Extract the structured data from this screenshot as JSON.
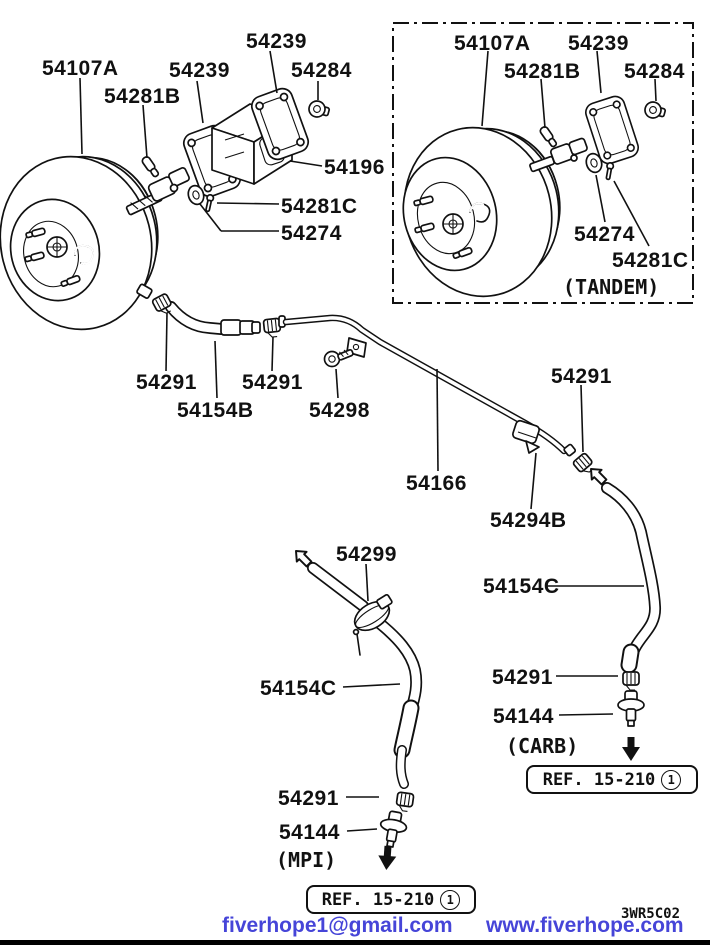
{
  "labels": [
    {
      "id": "54107A-main",
      "text": "54107A"
    },
    {
      "id": "54281B-main",
      "text": "54281B"
    },
    {
      "id": "54239-main-inner",
      "text": "54239"
    },
    {
      "id": "54239-main-outer",
      "text": "54239"
    },
    {
      "id": "54284-main",
      "text": "54284"
    },
    {
      "id": "54196",
      "text": "54196"
    },
    {
      "id": "54281C-main",
      "text": "54281C"
    },
    {
      "id": "54274-main",
      "text": "54274"
    },
    {
      "id": "54107A-tandem",
      "text": "54107A"
    },
    {
      "id": "54239-tandem",
      "text": "54239"
    },
    {
      "id": "54281B-tandem",
      "text": "54281B"
    },
    {
      "id": "54284-tandem",
      "text": "54284"
    },
    {
      "id": "54274-tandem",
      "text": "54274"
    },
    {
      "id": "54281C-tandem",
      "text": "54281C"
    },
    {
      "id": "tandem-caption",
      "text": "(TANDEM)"
    },
    {
      "id": "54291-a",
      "text": "54291"
    },
    {
      "id": "54291-b",
      "text": "54291"
    },
    {
      "id": "54154B",
      "text": "54154B"
    },
    {
      "id": "54298",
      "text": "54298"
    },
    {
      "id": "54291-c",
      "text": "54291"
    },
    {
      "id": "54166",
      "text": "54166"
    },
    {
      "id": "54294B",
      "text": "54294B"
    },
    {
      "id": "54299",
      "text": "54299"
    },
    {
      "id": "54154C-carb",
      "text": "54154C"
    },
    {
      "id": "54154C-mpi",
      "text": "54154C"
    },
    {
      "id": "54291-carb",
      "text": "54291"
    },
    {
      "id": "54144-carb",
      "text": "54144"
    },
    {
      "id": "carb-caption",
      "text": "(CARB)"
    },
    {
      "id": "54291-mpi",
      "text": "54291"
    },
    {
      "id": "54144-mpi",
      "text": "54144"
    },
    {
      "id": "mpi-caption",
      "text": "(MPI)"
    }
  ],
  "ref_boxes": {
    "carb": {
      "text": "REF. 15-210",
      "num": "1"
    },
    "mpi": {
      "text": "REF. 15-210",
      "num": "1"
    }
  },
  "footer": {
    "email": "fiverhope1@gmail.com",
    "website": "www.fiverhope.com",
    "code": "3WR5C02",
    "link_color": "#4645d8"
  }
}
